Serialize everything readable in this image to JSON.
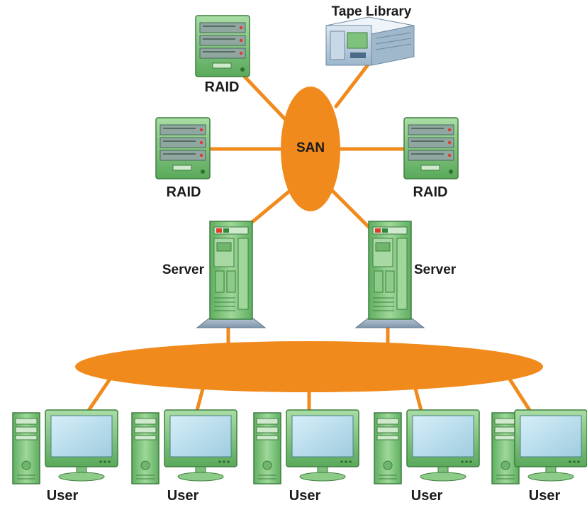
{
  "labels": {
    "tape_library": "Tape Library",
    "san": "SAN",
    "raid_top": "RAID",
    "raid_left": "RAID",
    "raid_right": "RAID",
    "server_left": "Server",
    "server_right": "Server",
    "users": [
      "User",
      "User",
      "User",
      "User",
      "User"
    ]
  },
  "colors": {
    "link": "#f08a1c",
    "network": "#f08a1c",
    "hardware_green": "#7bc37a",
    "hardware_dark_green": "#4f9c4f",
    "monitor_screen": "#bfe0ee",
    "tape_library": "#b9cfe0"
  },
  "icons": {
    "raid": "raid-storage-icon",
    "tape": "tape-library-icon",
    "server": "tower-server-icon",
    "workstation": "desktop-workstation-icon"
  }
}
